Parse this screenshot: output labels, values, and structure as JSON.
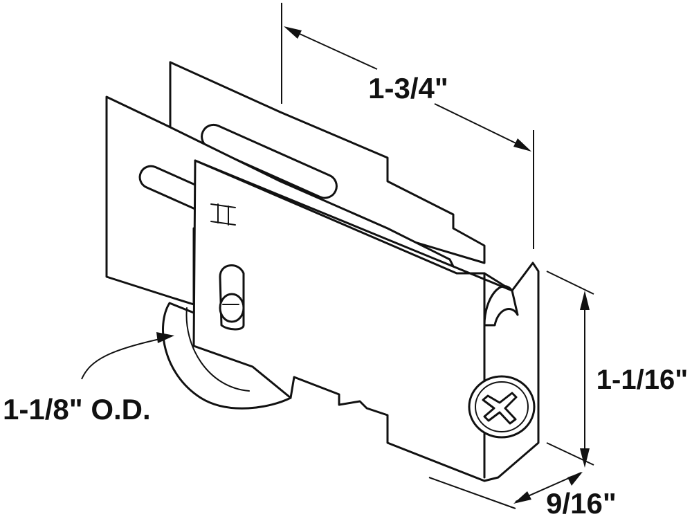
{
  "dimensions": {
    "width": "1-3/4\"",
    "height": "1-1/16\"",
    "depth": "9/16\"",
    "wheel_od": "1-1/8\" O.D."
  }
}
